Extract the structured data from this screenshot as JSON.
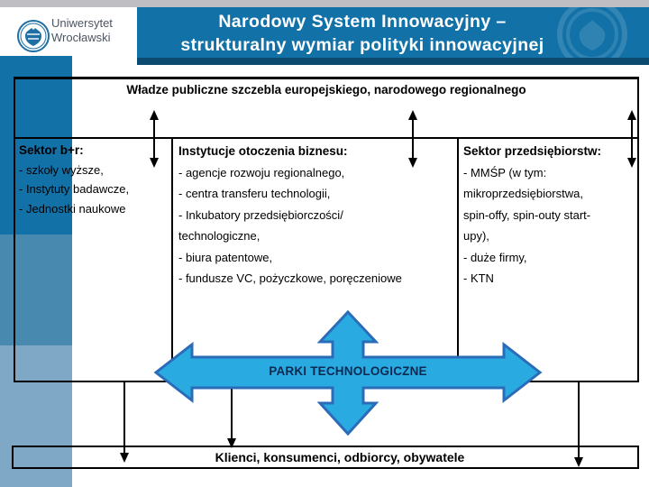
{
  "header": {
    "university_line1": "Uniwersytet",
    "university_line2": "Wrocławski",
    "title_line1": "Narodowy System Innowacyjny –",
    "title_line2": "strukturalny wymiar polityki innowacyjnej"
  },
  "diagram": {
    "top_box_label": "Władze publiczne szczebla europejskiego, narodowego regionalnego",
    "columns": [
      {
        "header": "Sektor b+r:",
        "lines": [
          "- szkoły wyższe,",
          "- Instytuty badawcze,",
          "- Jednostki naukowe"
        ]
      },
      {
        "header": "Instytucje otoczenia biznesu:",
        "lines": [
          "- agencje rozwoju regionalnego,",
          "- centra transferu technologii,",
          "- Inkubatory przedsiębiorczości/",
          "technologiczne,",
          "- biura patentowe,",
          "- fundusze VC, pożyczkowe, poręczeniowe"
        ]
      },
      {
        "header": "Sektor przedsiębiorstw:",
        "lines": [
          "- MMŚP (w tym:",
          "mikroprzedsiębiorstwa,",
          "spin-offy, spin-outy start-",
          "upy),",
          "- duże firmy,",
          "- KTN"
        ]
      }
    ],
    "cross_label": "PARKI TECHNOLOGICZNE",
    "bottom_box_label": "Klienci, konsumenci, odbiorcy, obywatele"
  },
  "colors": {
    "title_band": "#1272a8",
    "title_underline": "#0d4a70",
    "top_strip_gray": "#bfbfc3",
    "accent_bar_top": "#1272a8",
    "accent_bar_middle": "#4889b0",
    "accent_bar_bottom": "#7ea8c5",
    "cross_fill": "#29abe2",
    "cross_stroke": "#2b6cb8",
    "cross_label_text": "#0a2a52"
  }
}
